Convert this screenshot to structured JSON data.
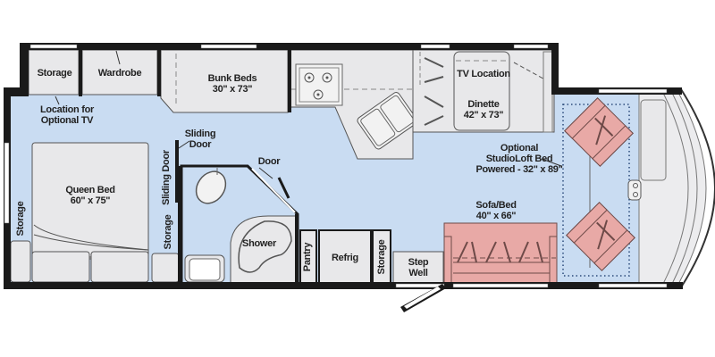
{
  "colors": {
    "floor": "#c9dcf2",
    "cabinet": "#e8e8ea",
    "wall": "#1a1a1a",
    "window": "#ffffff",
    "furniture": "#e8a9a6",
    "outline": "#555555"
  },
  "rooms": {
    "storage_top_left": {
      "label": "Storage"
    },
    "wardrobe": {
      "label": "Wardrobe"
    },
    "bunk_beds": {
      "label": "Bunk Beds",
      "size": "30\" x 73\""
    },
    "tv_location": {
      "label": "TV Location"
    },
    "dinette": {
      "label": "Dinette",
      "size": "42\" x 73\""
    },
    "optional_tv": {
      "line1": "Location for",
      "line2": "Optional TV"
    },
    "sliding_door_top": {
      "line1": "Sliding",
      "line2": "Door"
    },
    "sliding_door_side": {
      "label": "Sliding Door"
    },
    "door": {
      "label": "Door"
    },
    "queen_bed": {
      "label": "Queen Bed",
      "size": "60\" x 75\""
    },
    "storage_left": {
      "label": "Storage"
    },
    "storage_mid": {
      "label": "Storage"
    },
    "shower": {
      "label": "Shower"
    },
    "pantry": {
      "label": "Pantry"
    },
    "refrig": {
      "label": "Refrig"
    },
    "storage_right": {
      "label": "Storage"
    },
    "step_well": {
      "line1": "Step",
      "line2": "Well"
    },
    "sofa_bed": {
      "label": "Sofa/Bed",
      "size": "40\" x 66\""
    },
    "studioloft": {
      "line1": "Optional",
      "line2": "StudioLoft Bed",
      "line3": "Powered - 32\" x 89\""
    }
  }
}
